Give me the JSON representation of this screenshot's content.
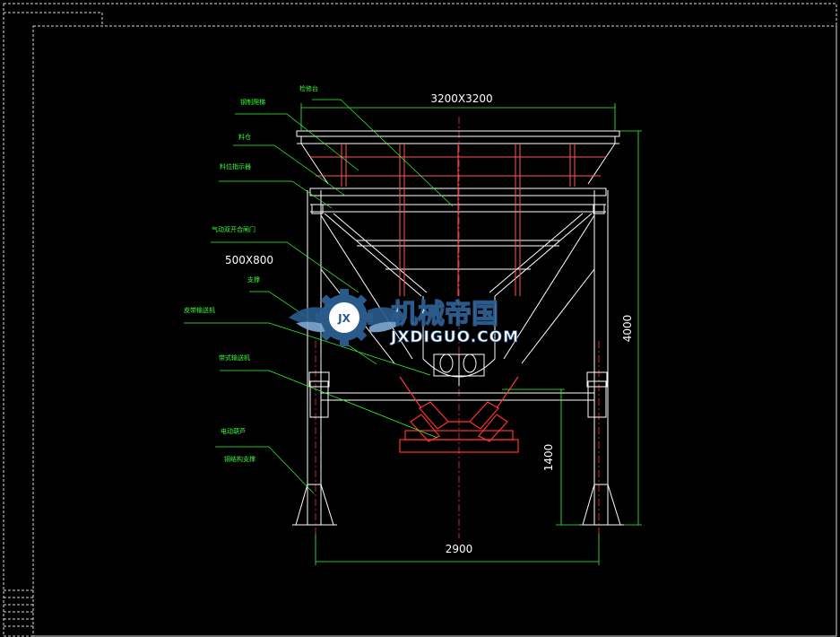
{
  "dimensions": {
    "top_width": "3200X3200",
    "gate_size": "500X800",
    "height": "4000",
    "lower_height": "1400",
    "base_width": "2900"
  },
  "labels": {
    "l1": "钢制爬梯",
    "l2": "检修台",
    "l3": "料仓",
    "l4": "料位指示器",
    "l5": "气动双开合闸门",
    "l6": "支撑",
    "l7": "皮带输送机",
    "l8": "带式输送机",
    "l9": "电动葫芦",
    "l10": "钢结构支撑"
  },
  "watermark": {
    "badge": "JX",
    "cn": "机械帝国",
    "en": "JXDIGUO.COM"
  },
  "colors": {
    "structure": "#ffffff",
    "dimension": "#33ff33",
    "centerline": "#ff3333",
    "equipment": "#ff3333",
    "brand": "#2a5a8a"
  },
  "icons": [
    "gear-icon",
    "wings-icon"
  ]
}
